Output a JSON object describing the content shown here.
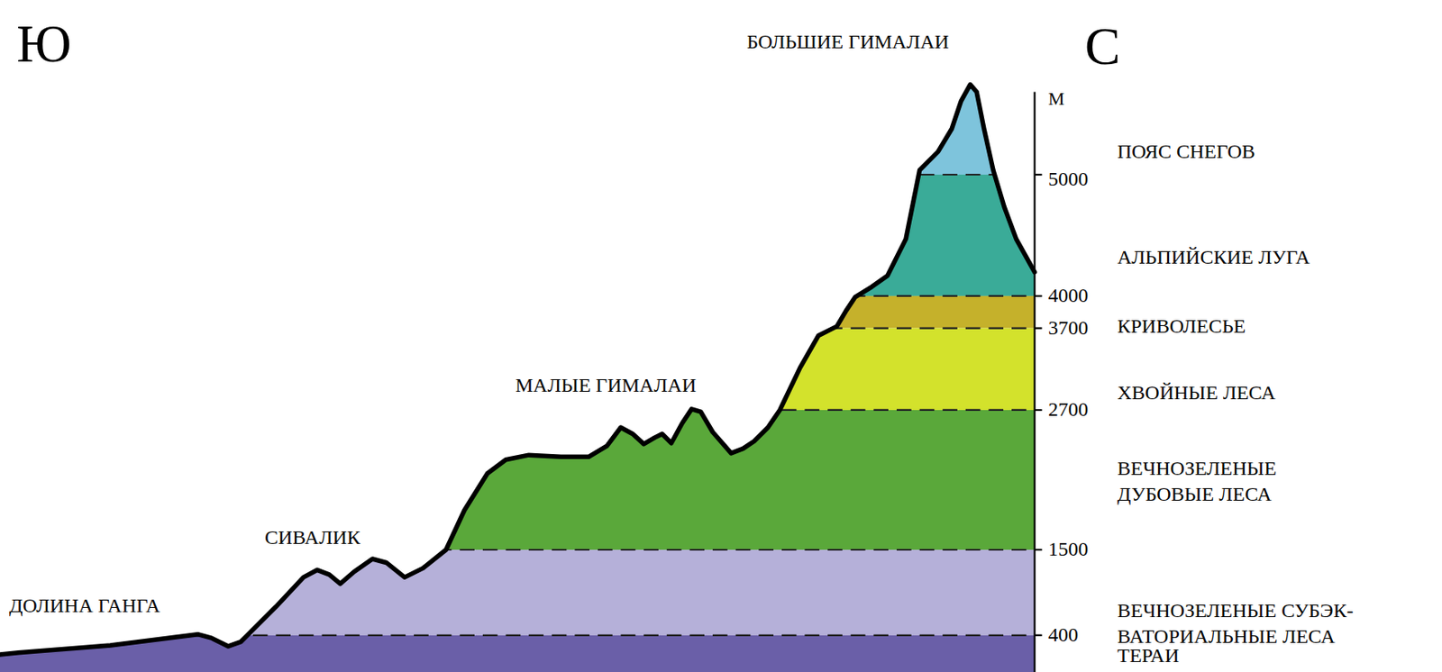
{
  "diagram": {
    "labels": [
      "Ю",
      "С",
      "БОЛЬШИЕ ГИМАЛАИ",
      "М",
      "ПОЯС СНЕГОВ",
      "5000",
      "АЛЬПИЙСКИЕ ЛУГА",
      "4000",
      "3700",
      "КРИВОЛЕСЬЕ",
      "ХВОЙНЫЕ ЛЕСА",
      "2700",
      "ВЕЧНОЗЕЛЕНЫЕ ДУБОВЫЕ ЛЕСА",
      "1500",
      "ВЕЧНОЗЕЛЕНЫЕ СУБЭК- ВАТОРИАЛЬНЫЕ ЛЕСА",
      "400",
      "ТЕРАИ",
      "МАЛЫЕ ГИМАЛАИ",
      "СИВАЛИК",
      "ДОЛИНА ГАНГА"
    ]
  }
}
